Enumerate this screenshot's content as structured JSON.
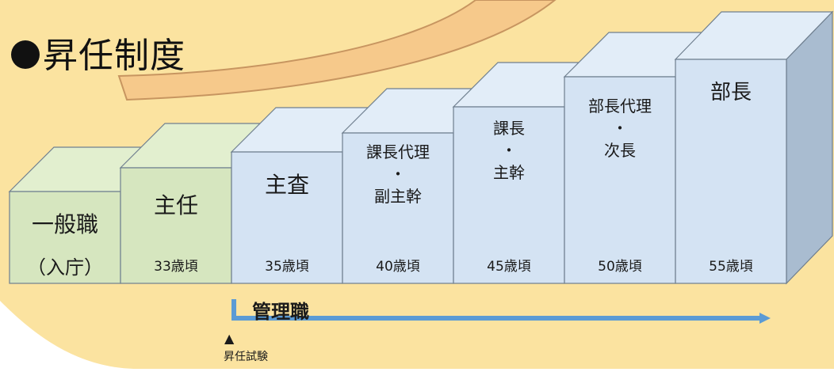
{
  "title": "昇任制度",
  "colors": {
    "background_band": "#fbe3a0",
    "swoosh": "#f6c98b",
    "green_face": "#d6e6bf",
    "green_top": "#e2efcf",
    "blue_face": "#d4e3f3",
    "blue_top": "#e2edf8",
    "side": "#a9bcd0",
    "arrow": "#5b9bd5"
  },
  "steps": [
    {
      "name": "一般職",
      "age": "（入庁）",
      "color": "green"
    },
    {
      "name": "主任",
      "age": "33歳頃",
      "color": "green"
    },
    {
      "name": "主査",
      "age": "35歳頃",
      "color": "blue"
    },
    {
      "name_lines": [
        "課長代理",
        "・",
        "副主幹"
      ],
      "age": "40歳頃",
      "color": "blue"
    },
    {
      "name_lines": [
        "課長",
        "・",
        "主幹"
      ],
      "age": "45歳頃",
      "color": "blue"
    },
    {
      "name_lines": [
        "部長代理",
        "・",
        "次長"
      ],
      "age": "50歳頃",
      "color": "blue"
    },
    {
      "name": "部長",
      "age": "55歳頃",
      "color": "blue"
    }
  ],
  "management_label": "管理職",
  "exam_marker": "▲",
  "exam_label": "昇任試験"
}
